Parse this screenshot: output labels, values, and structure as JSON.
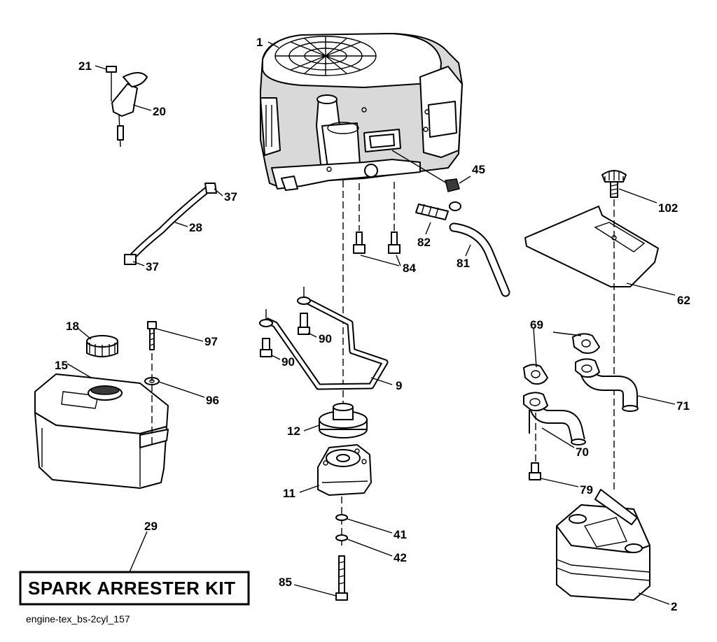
{
  "labels": {
    "p1": "1",
    "p2": "2",
    "p9": "9",
    "p11": "11",
    "p12": "12",
    "p15": "15",
    "p18": "18",
    "p20": "20",
    "p21": "21",
    "p28": "28",
    "p29": "29",
    "p37a": "37",
    "p37b": "37",
    "p41": "41",
    "p42": "42",
    "p45": "45",
    "p62": "62",
    "p69": "69",
    "p70": "70",
    "p71": "71",
    "p79": "79",
    "p81": "81",
    "p82": "82",
    "p84": "84",
    "p85": "85",
    "p90a": "90",
    "p90b": "90",
    "p96": "96",
    "p97": "97",
    "p102": "102"
  },
  "kit_box": {
    "text": "SPARK ARRESTER KIT"
  },
  "caption": "engine-tex_bs-2cyl_157"
}
